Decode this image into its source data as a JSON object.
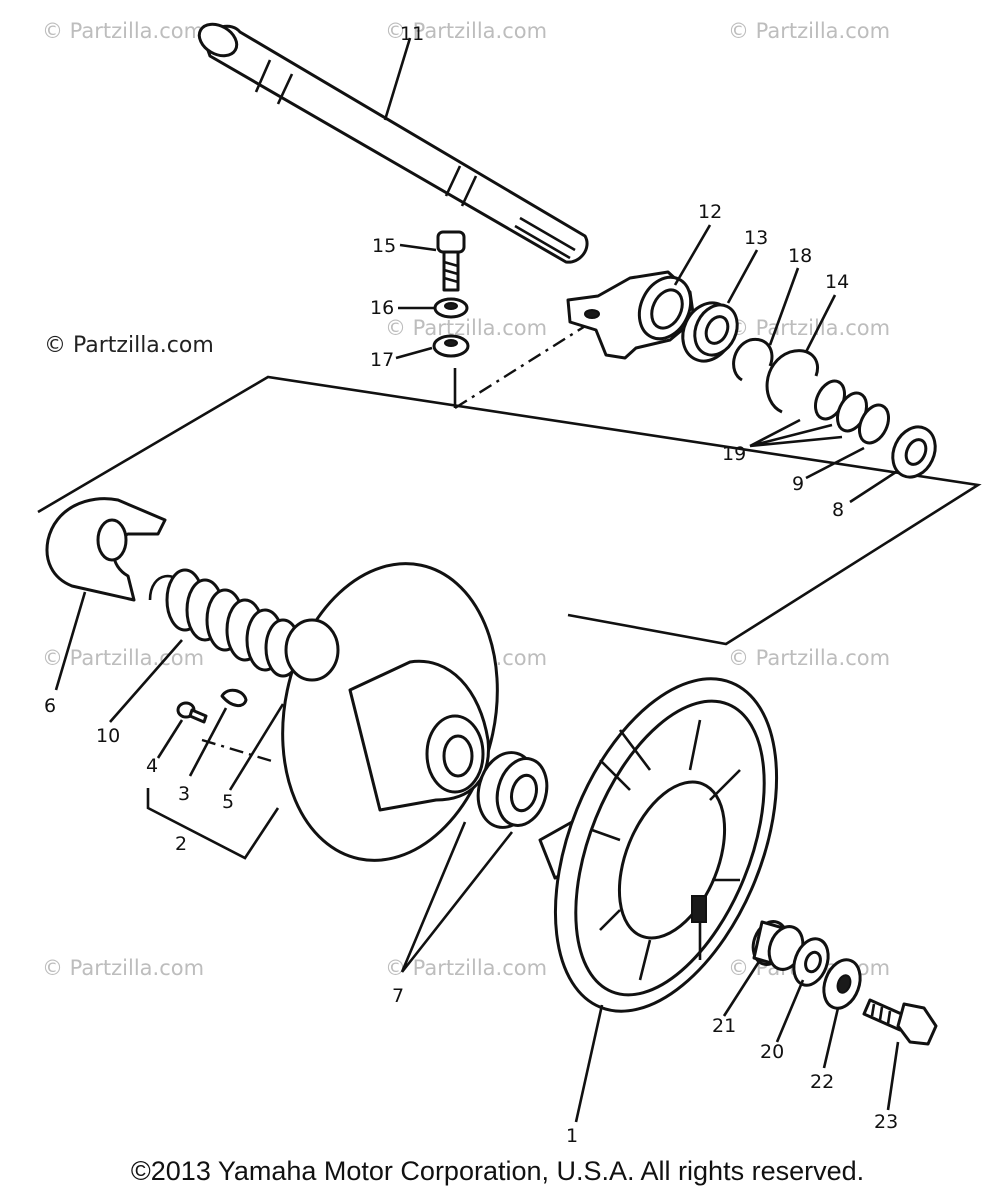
{
  "watermarks": {
    "faded": "© Partzilla.com",
    "strong": "© Partzilla.com"
  },
  "callouts": {
    "c1": "1",
    "c2": "2",
    "c3": "3",
    "c4": "4",
    "c5": "5",
    "c6": "6",
    "c7": "7",
    "c8": "8",
    "c9": "9",
    "c10": "10",
    "c11": "11",
    "c12": "12",
    "c13": "13",
    "c14": "14",
    "c15": "15",
    "c16": "16",
    "c17": "17",
    "c18": "18",
    "c19": "19",
    "c20": "20",
    "c21": "21",
    "c22": "22",
    "c23": "23"
  },
  "footer": "©2013 Yamaha Motor Corporation, U.S.A. All rights reserved.",
  "colors": {
    "ink": "#111111",
    "watermark": "#bdbdbd",
    "background": "#ffffff"
  }
}
